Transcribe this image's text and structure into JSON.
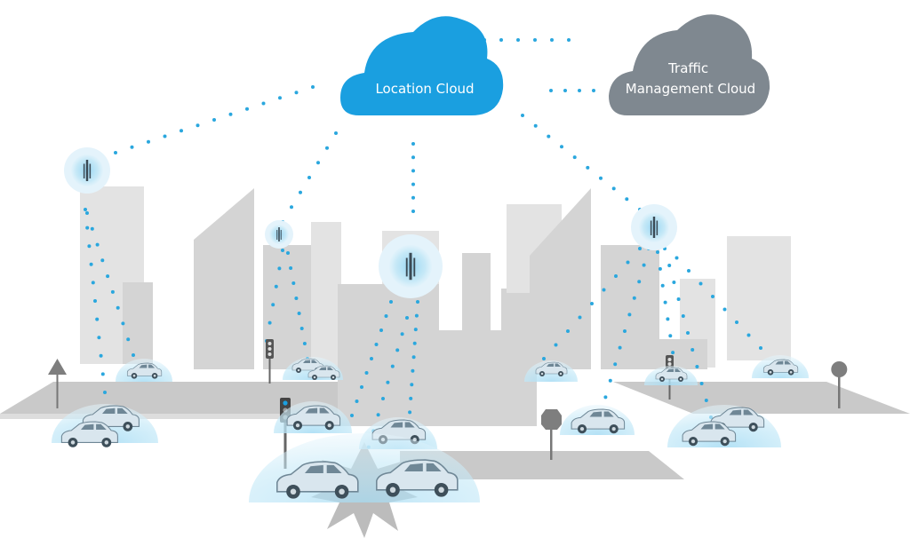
{
  "clouds": {
    "location": {
      "label": "Location Cloud",
      "color": "#1a9fe0"
    },
    "traffic": {
      "line1": "Traffic",
      "line2": "Management Cloud",
      "color": "#7f8890"
    }
  },
  "colors": {
    "signal_dot": "#2aa7de",
    "coverage": "#bfe6f6",
    "building": "#d4d4d4",
    "road": "#c9c9c9",
    "car_body": "#d9e6ee"
  },
  "icons": [
    "cell-tower-icon",
    "car-icon",
    "traffic-light-icon",
    "road-sign-icon",
    "collision-burst-icon"
  ]
}
